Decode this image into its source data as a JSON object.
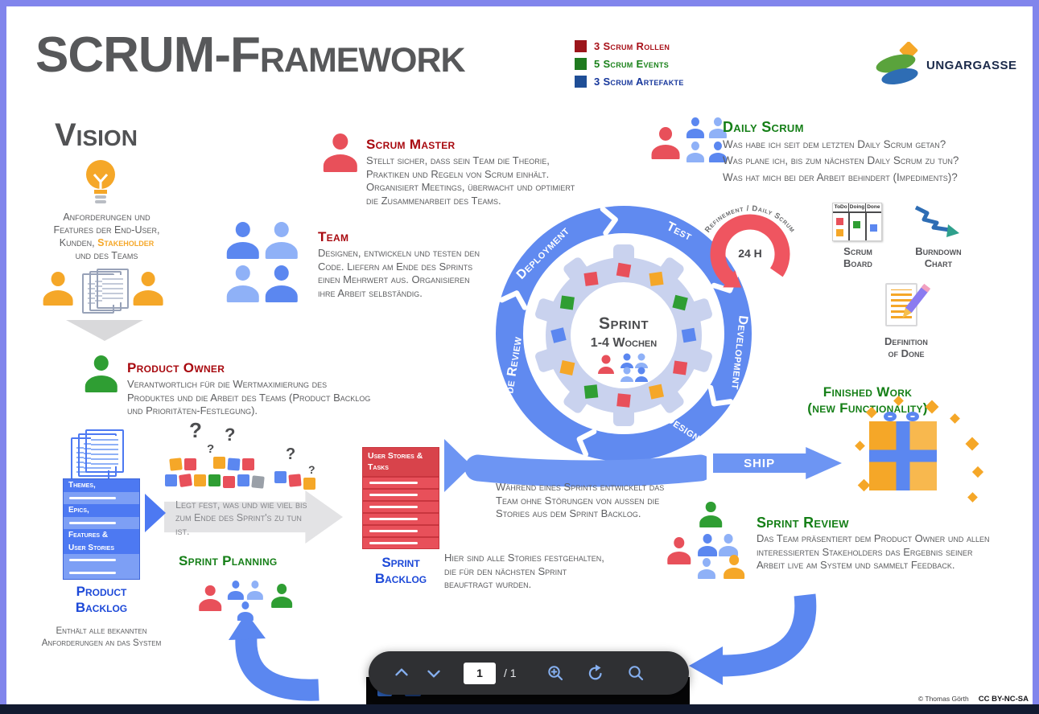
{
  "header": {
    "title_scrum": "SCRUM",
    "title_dash": "-",
    "title_framework": "Framework",
    "legend": [
      {
        "label": "3 Scrum Rollen",
        "color": "#9c151b"
      },
      {
        "label": "5 Scrum Events",
        "color": "#1f7a1f"
      },
      {
        "label": "3 Scrum Artefakte",
        "color": "#1f4e96"
      }
    ],
    "logo_text": "UNGARGASSE"
  },
  "vision": {
    "title": "Vision",
    "line1": "Anforderungen und",
    "line2": "Features der End-User,",
    "line3_pre": "Kunden,",
    "line3_highlight": "Stakeholder",
    "line4": "und des Teams"
  },
  "roles": {
    "product_owner": {
      "title": "Product Owner",
      "desc": "Verantwortlich für die Wertmaximierung des Produktes und die Arbeit des Teams (Product Backlog und Prioritäten-Festlegung)."
    },
    "scrum_master": {
      "title": "Scrum Master",
      "desc": "Stellt sicher, dass sein Team die Theorie, Praktiken und Regeln von Scrum einhält. Organisiert Meetings, überwacht und optimiert die Zusammenarbeit des Teams."
    },
    "team": {
      "title": "Team",
      "desc": "Designen, entwickeln und testen den Code. Liefern am Ende des Sprints einen Mehrwert aus. Organisieren ihre Arbeit selbständig."
    }
  },
  "daily_scrum": {
    "title": "Daily Scrum",
    "questions": [
      "Was habe ich seit dem letzten Daily Scrum getan?",
      "Was plane ich, bis zum nächsten Daily Scrum zu tun?",
      "Was hat mich bei der Arbeit behindert (Impediments)?"
    ]
  },
  "refinement": {
    "label": "Refinement / Daily Scrum",
    "duration": "24 H"
  },
  "cycle": {
    "center_title": "Sprint",
    "center_subtitle": "1-4 Wochen",
    "phases": [
      "Deployment",
      "Test",
      "Development",
      "Design",
      "Code Review"
    ]
  },
  "artefact_icons": {
    "scrum_board": {
      "title_line1": "Scrum",
      "title_line2": "Board",
      "columns": [
        "ToDo",
        "Doing",
        "Done"
      ]
    },
    "burndown": {
      "title_line1": "Burndown",
      "title_line2": "Chart"
    },
    "definition_of_done": {
      "title_line1": "Definition",
      "title_line2": "of Done"
    }
  },
  "finished_work": {
    "title_line1": "Finished Work",
    "title_line2": "(new Functionality)",
    "ship_label": "SHIP"
  },
  "sprint_review": {
    "title": "Sprint Review",
    "desc": "Das Team präsentiert dem Product Owner und allen interessierten Stakeholders das Ergebnis seiner Arbeit live am System und sammelt Feedback."
  },
  "sprint_flow": {
    "desc": "Während eines Sprints entwickelt das Team ohne Störungen von aussen die Stories aus dem Sprint Backlog."
  },
  "sprint_planning": {
    "title": "Sprint Planning",
    "desc": "Legt fest, was und wie viel bis zum Ende des Sprint's zu tun ist."
  },
  "product_backlog": {
    "title_line1": "Product",
    "title_line2": "Backlog",
    "row_labels": [
      "Themes,",
      "Epics,",
      "Features &",
      "User Stories"
    ],
    "desc": "Enthält alle bekannten Anforderungen an das System"
  },
  "sprint_backlog": {
    "title_line1": "Sprint",
    "title_line2": "Backlog",
    "header_line1": "User Stories &",
    "header_line2": "Tasks",
    "desc": "Hier sind alle Stories festgehalten, die für den nächsten Sprint beauftragt wurden."
  },
  "pdf_toolbar": {
    "page": "1",
    "page_total": "/ 1"
  },
  "footer": {
    "copyright": "© Thomas Görth",
    "license": "CC BY-NC-SA"
  },
  "palette": {
    "frame_purple": "#8185ec",
    "accent_blue": "#5b87f0",
    "ring_blue": "#608af0",
    "red": "#e8505a",
    "green": "#2f9e33",
    "orange": "#f5a728",
    "dark_red_heading": "#a8090f",
    "green_heading": "#157f17",
    "blue_heading": "#1d49d8",
    "title_gray": "#57585a"
  }
}
